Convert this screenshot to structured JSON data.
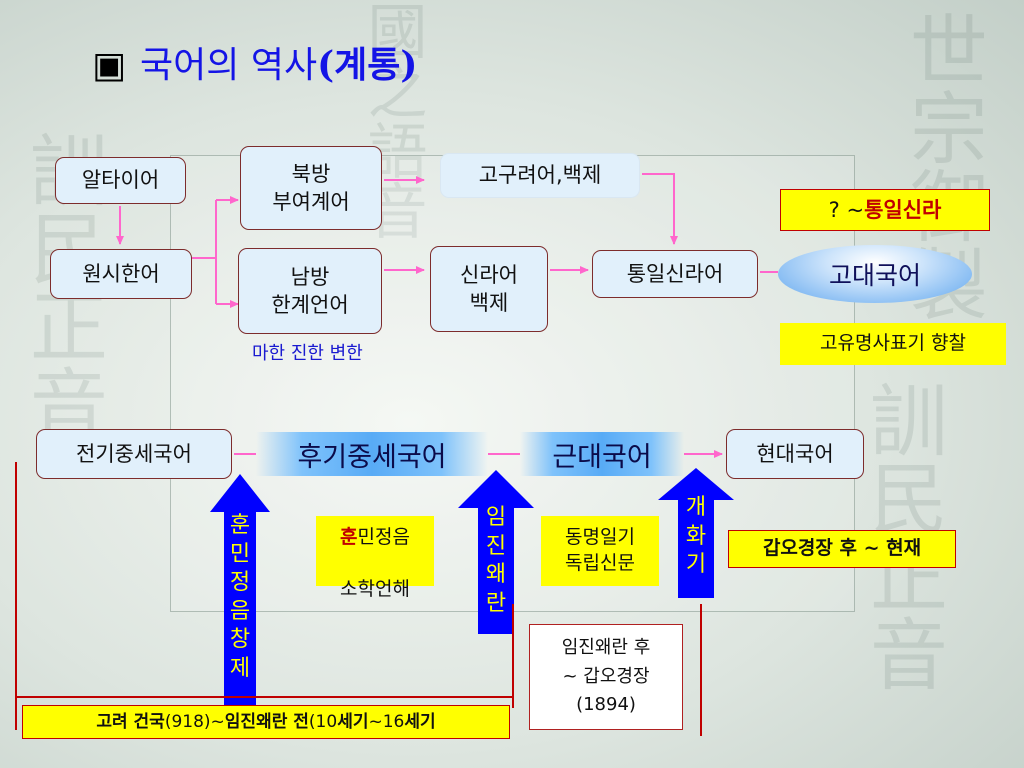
{
  "title": {
    "mark": "▣",
    "main": "국어의 역사",
    "paren": "(계통)"
  },
  "nodes": {
    "altai": "알타이어",
    "proto_korean": "원시한어",
    "north": "북방\n부여계어",
    "south": "남방\n한계언어",
    "goguryeo_baekje": "고구려어,백제",
    "silla_baekje": "신라어\n백제",
    "unified_silla": "통일신라어",
    "ancient_korean": "고대국어",
    "early_middle": "전기중세국어",
    "late_middle": "후기중세국어",
    "early_modern": "근대국어",
    "modern": "현대국어"
  },
  "notes": {
    "han_states": "마한 진한 변한",
    "silla_q_prefix": "? ~ ",
    "silla_q_bold": "통일신라",
    "idu": "고유명사표기 향찰",
    "hunmin_line1_red": "훈",
    "hunmin_line1_rest": "민정음",
    "hunmin_line2": "소학언해",
    "newspapers": "동명일기\n독립신문",
    "gabo_now": "갑오경장 후 ~ 현재",
    "imjin_after": "임진왜란 후\n~ 갑오경장\n(1894)",
    "goryeo_a": "고려 건국",
    "goryeo_b": "(918)~",
    "goryeo_c": "임진왜란 전 ",
    "goryeo_d": "(10",
    "goryeo_e": "세기",
    "goryeo_f": "~16",
    "goryeo_g": "세기"
  },
  "arrow_labels": {
    "hunmin_creation": [
      "훈",
      "민",
      "정",
      "음",
      "창",
      "제"
    ],
    "imjin_war": [
      "임",
      "진",
      "왜",
      "란"
    ],
    "enlightenment": [
      "개",
      "화",
      "기"
    ]
  },
  "colors": {
    "title": "#1414e6",
    "flow_arrow": "#ff66cc",
    "big_arrow": "#0000ff",
    "highlight": "#ffff00",
    "timeline_line": "#c00000"
  }
}
